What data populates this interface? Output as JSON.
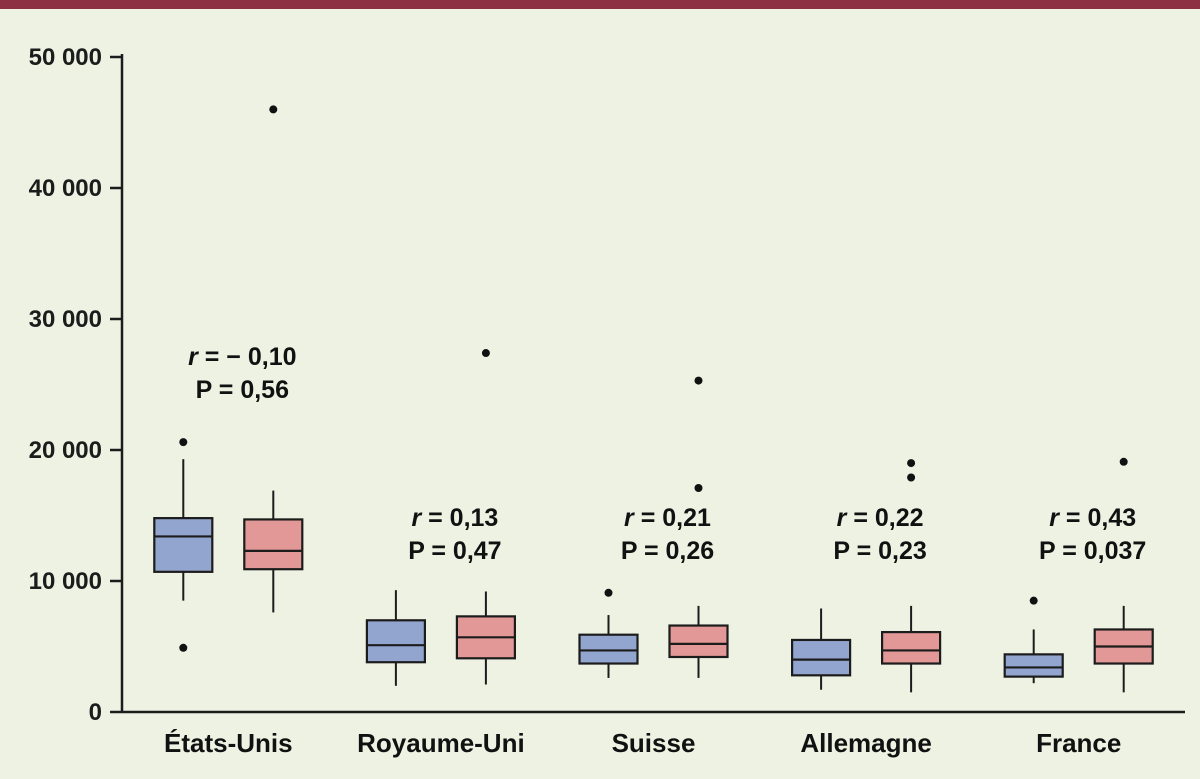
{
  "page": {
    "background": "#edf2e3",
    "top_bar_color": "#8e3044"
  },
  "chart_data": {
    "type": "boxplot",
    "title": "",
    "xlabel": "",
    "ylabel": "",
    "grid": false,
    "legend": "none",
    "ylim": [
      0,
      50000
    ],
    "yticks": [
      {
        "value": 0,
        "label": "0"
      },
      {
        "value": 10000,
        "label": "10 000"
      },
      {
        "value": 20000,
        "label": "20 000"
      },
      {
        "value": 30000,
        "label": "30 000"
      },
      {
        "value": 40000,
        "label": "40 000"
      },
      {
        "value": 50000,
        "label": "50 000"
      }
    ],
    "categories": [
      "États-Unis",
      "Royaume-Uni",
      "Suisse",
      "Allemagne",
      "France"
    ],
    "series": [
      {
        "name": "blue",
        "color": "#92a5ce",
        "boxes": [
          {
            "whisker_low": 8500,
            "q1": 10700,
            "median": 13400,
            "q3": 14800,
            "whisker_high": 19300,
            "outliers": [
              20600,
              4900
            ]
          },
          {
            "whisker_low": 2000,
            "q1": 3800,
            "median": 5100,
            "q3": 7000,
            "whisker_high": 9300,
            "outliers": []
          },
          {
            "whisker_low": 2600,
            "q1": 3700,
            "median": 4700,
            "q3": 5900,
            "whisker_high": 7400,
            "outliers": [
              9100
            ]
          },
          {
            "whisker_low": 1700,
            "q1": 2800,
            "median": 4000,
            "q3": 5500,
            "whisker_high": 7900,
            "outliers": []
          },
          {
            "whisker_low": 2200,
            "q1": 2700,
            "median": 3400,
            "q3": 4400,
            "whisker_high": 6300,
            "outliers": [
              8500
            ]
          }
        ]
      },
      {
        "name": "pink",
        "color": "#e19897",
        "boxes": [
          {
            "whisker_low": 7600,
            "q1": 10900,
            "median": 12300,
            "q3": 14700,
            "whisker_high": 16900,
            "outliers": [
              46000
            ]
          },
          {
            "whisker_low": 2100,
            "q1": 4100,
            "median": 5700,
            "q3": 7300,
            "whisker_high": 9200,
            "outliers": [
              27400
            ]
          },
          {
            "whisker_low": 2600,
            "q1": 4200,
            "median": 5200,
            "q3": 6600,
            "whisker_high": 8100,
            "outliers": [
              25300,
              17100
            ]
          },
          {
            "whisker_low": 1500,
            "q1": 3700,
            "median": 4700,
            "q3": 6100,
            "whisker_high": 8100,
            "outliers": [
              19000,
              17900
            ]
          },
          {
            "whisker_low": 1500,
            "q1": 3700,
            "median": 5000,
            "q3": 6300,
            "whisker_high": 8100,
            "outliers": [
              19100
            ]
          }
        ]
      }
    ],
    "annotations": [
      {
        "category": "États-Unis",
        "r": "− 0,10",
        "p": "0,56",
        "y_value": 26500
      },
      {
        "category": "Royaume-Uni",
        "r": "0,13",
        "p": "0,47",
        "y_value": 14200
      },
      {
        "category": "Suisse",
        "r": "0,21",
        "p": "0,26",
        "y_value": 14200
      },
      {
        "category": "Allemagne",
        "r": "0,22",
        "p": "0,23",
        "y_value": 14200
      },
      {
        "category": "France",
        "r": "0,43",
        "p": "0,037",
        "y_value": 14200
      }
    ]
  }
}
